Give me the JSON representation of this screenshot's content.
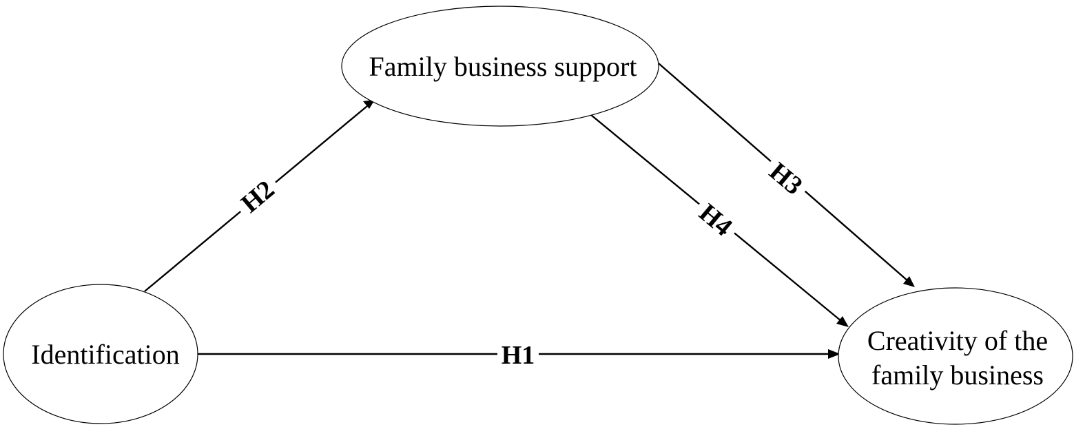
{
  "nodes": {
    "identification": {
      "label": "Identification"
    },
    "support": {
      "label": "Family business support"
    },
    "creativity": {
      "lines": [
        "Creativity of the",
        "family business"
      ]
    }
  },
  "edges": {
    "h1": {
      "label": "H1",
      "from": "Identification",
      "to": "Creativity of the family business"
    },
    "h2": {
      "label": "H2",
      "from": "Identification",
      "to": "Family business support"
    },
    "h3": {
      "label": "H3",
      "from": "Family business support",
      "to": "Creativity of the family business"
    },
    "h4": {
      "label": "H4",
      "from": "Family business support",
      "to": "Creativity of the family business"
    }
  },
  "colors": {
    "stroke": "#000000",
    "background": "#ffffff"
  }
}
